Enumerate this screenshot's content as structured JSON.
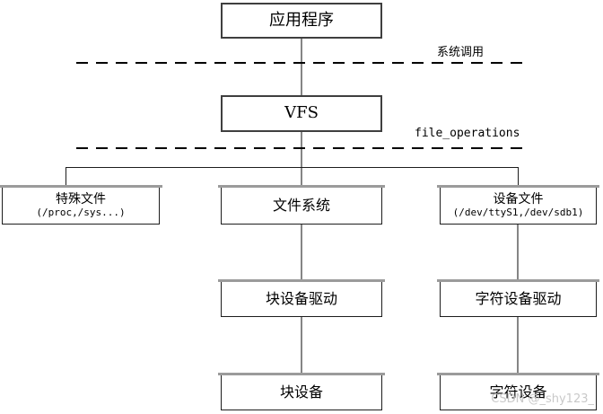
{
  "diagram": {
    "nodes": {
      "application": {
        "title": "应用程序"
      },
      "vfs": {
        "title": "VFS"
      },
      "special_files": {
        "title": "特殊文件",
        "subtitle": "(/proc,/sys...)"
      },
      "file_system": {
        "title": "文件系统"
      },
      "device_files": {
        "title": "设备文件",
        "subtitle": "(/dev/ttyS1,/dev/sdb1)"
      },
      "block_device_driver": {
        "title": "块设备驱动"
      },
      "char_device_driver": {
        "title": "字符设备驱动"
      },
      "block_device": {
        "title": "块设备"
      },
      "char_device": {
        "title": "字符设备"
      }
    },
    "labels": {
      "system_call": "系统调用",
      "file_operations": "file_operations"
    },
    "watermark": "CSDN @_shy123_",
    "colors": {
      "line_gray": "#858585",
      "line_black": "#1d1d1d",
      "watermark_gray": "#c9c9c9"
    }
  }
}
